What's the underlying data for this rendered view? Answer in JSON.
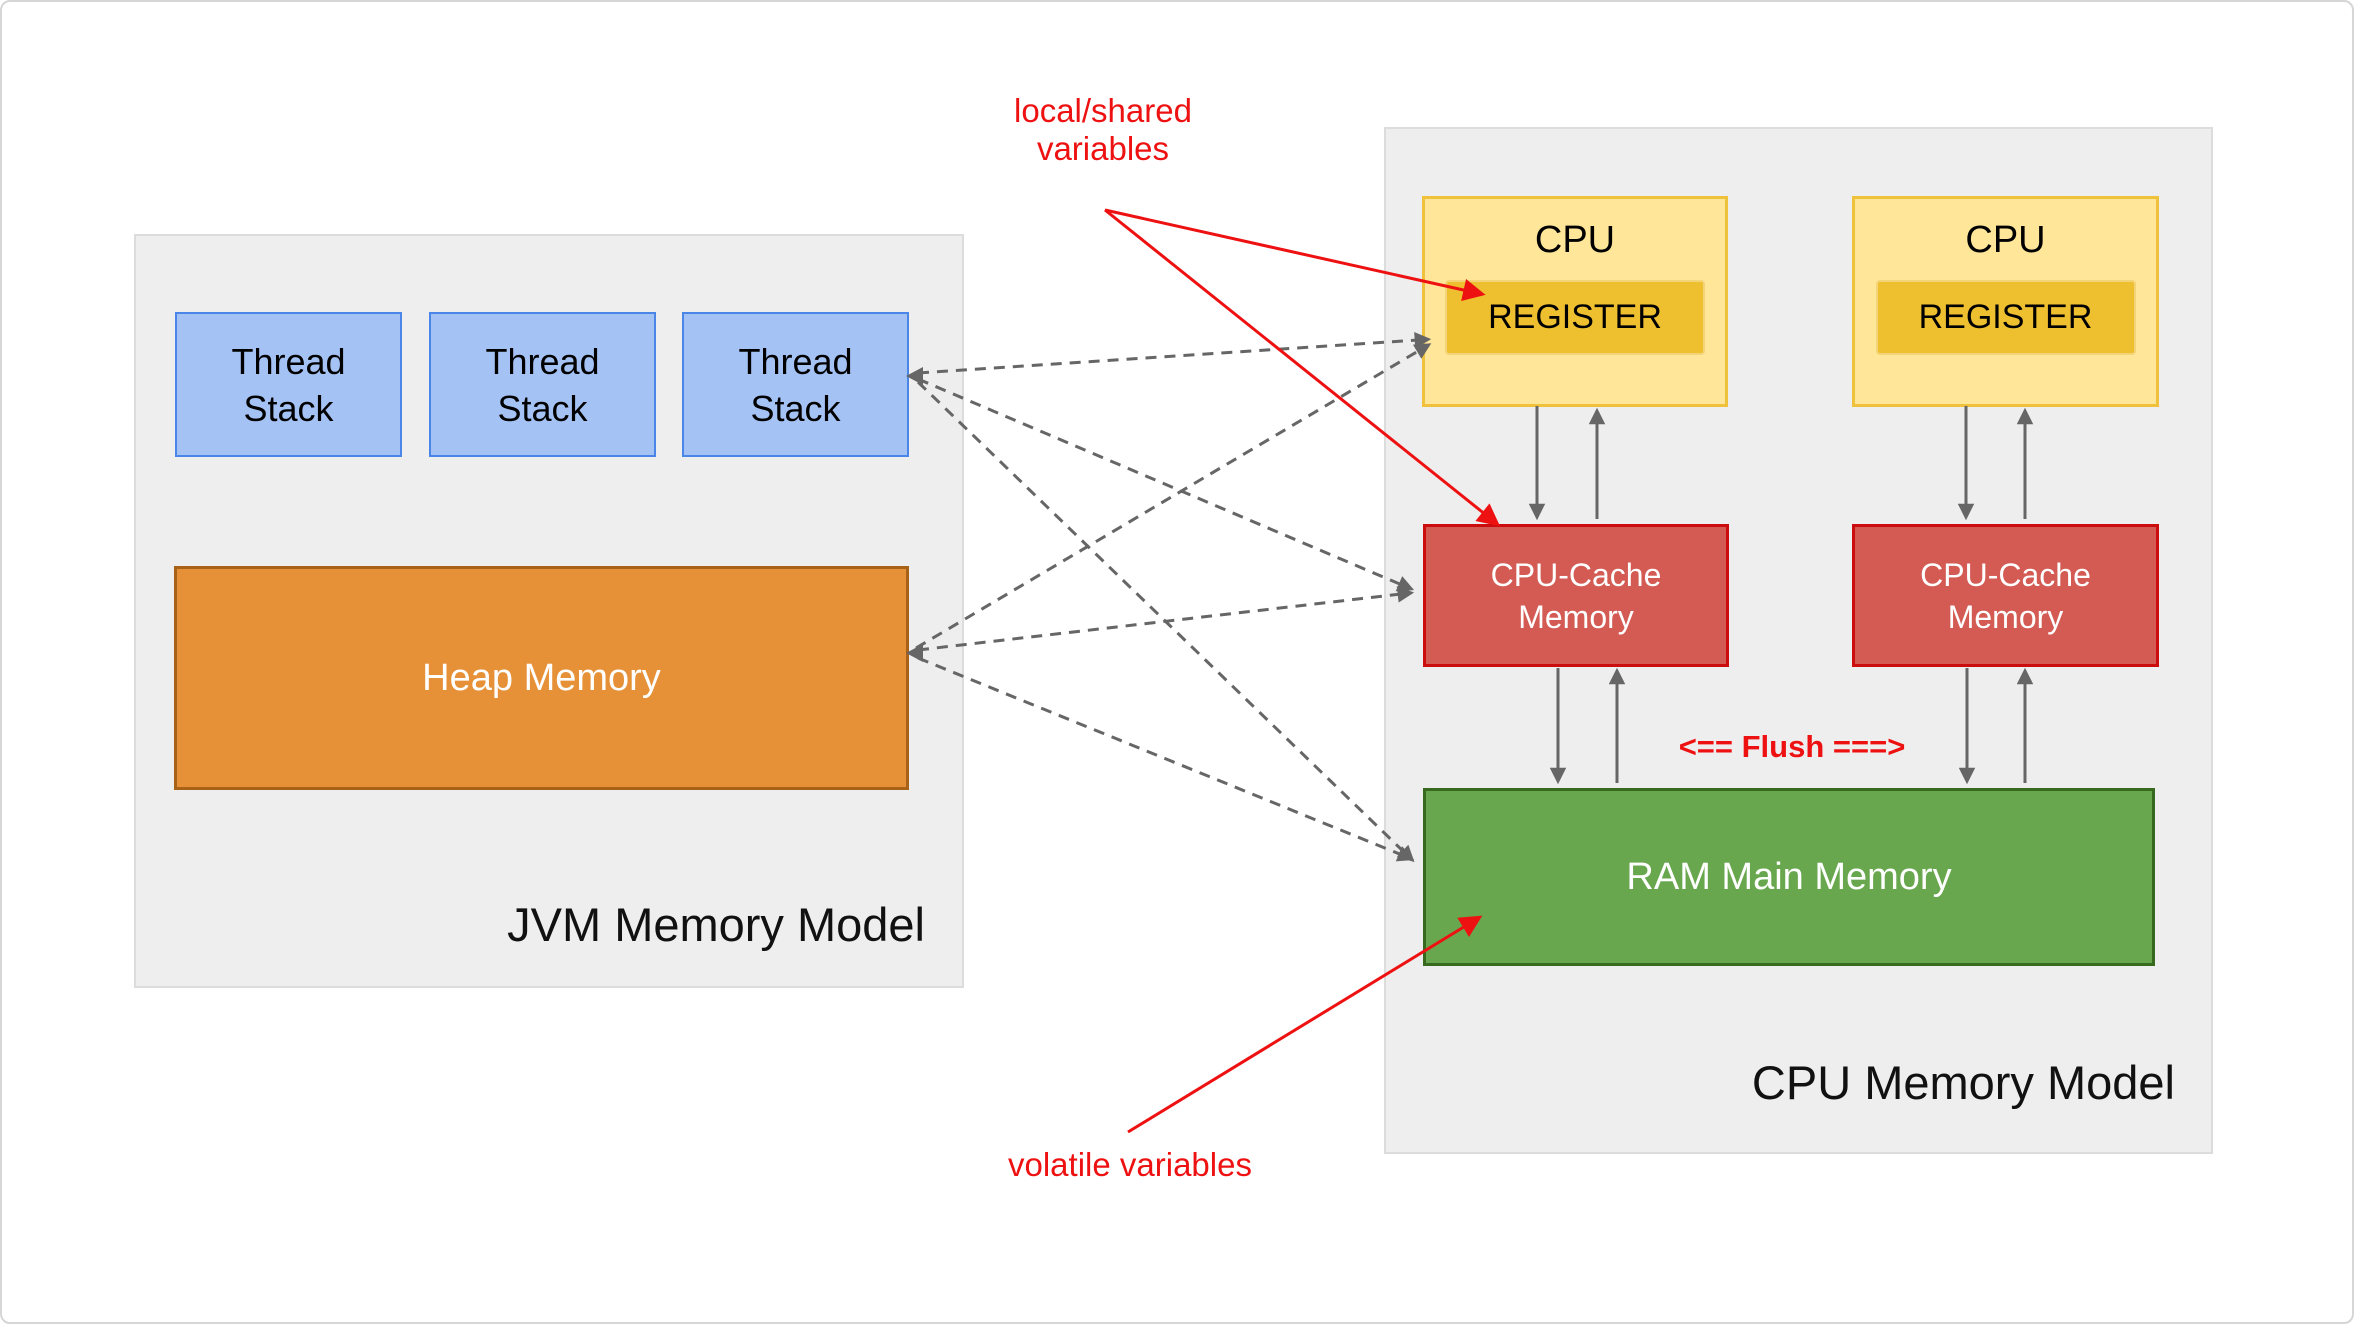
{
  "diagram": {
    "jvm": {
      "title": "JVM Memory Model",
      "thread_stacks": [
        "Thread Stack",
        "Thread Stack",
        "Thread Stack"
      ],
      "heap_label": "Heap Memory"
    },
    "cpu": {
      "title": "CPU Memory Model",
      "cpu_label": "CPU",
      "register_label": "REGISTER",
      "cache_label": "CPU-Cache Memory",
      "ram_label": "RAM Main Memory",
      "flush_label": "<== Flush ===>"
    },
    "annotations": {
      "local_shared": "local/shared variables",
      "volatile": "volatile variables"
    },
    "colors": {
      "panel-bg": "#eeeeee",
      "panel-border": "#dcdcdc",
      "blue-fill": "#a4c2f4",
      "blue-border": "#4a86e8",
      "orange-fill": "#e69138",
      "orange-border": "#a86217",
      "yellow-fill": "#ffe699",
      "yellow-border": "#f0c23c",
      "register-fill": "#eebf2f",
      "register-border": "#f3d478",
      "red-fill": "#d35b53",
      "red-border": "#cc0d0d",
      "green-fill": "#68a74e",
      "green-border": "#37691f",
      "arrow-gray": "#666666",
      "accent-red": "#ee1111",
      "text-dark": "#111111"
    }
  }
}
